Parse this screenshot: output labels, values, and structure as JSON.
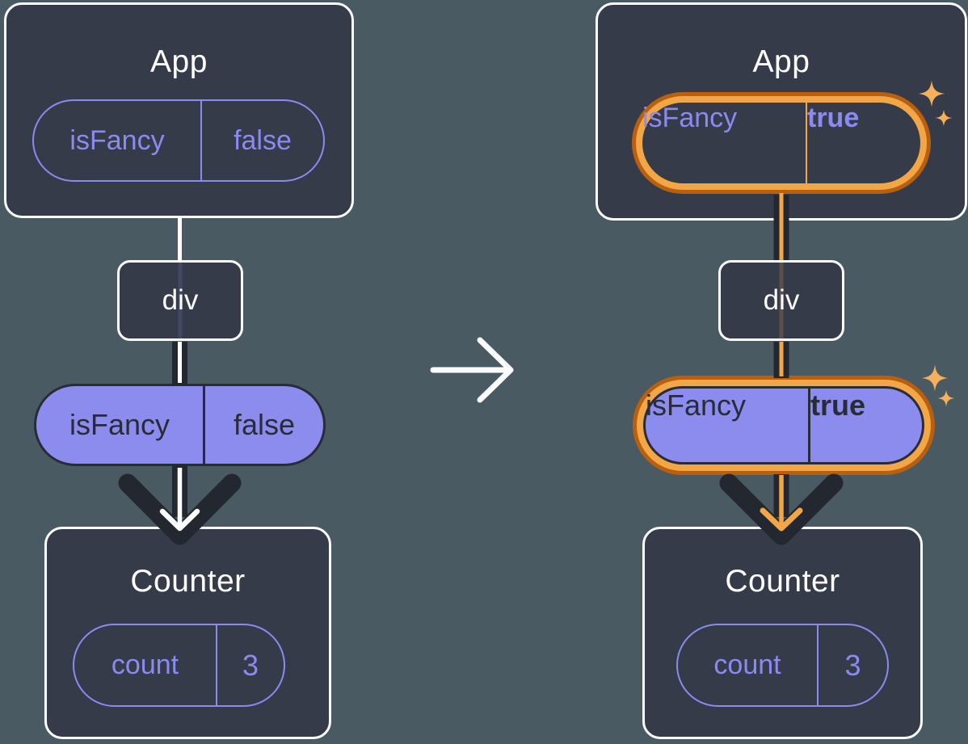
{
  "before": {
    "app": {
      "title": "App",
      "prop_name": "isFancy",
      "prop_value": "false"
    },
    "div_label": "div",
    "passed_prop": {
      "name": "isFancy",
      "value": "false"
    },
    "counter": {
      "title": "Counter",
      "state_name": "count",
      "state_value": "3"
    }
  },
  "after": {
    "app": {
      "title": "App",
      "prop_name": "isFancy",
      "prop_value": "true"
    },
    "div_label": "div",
    "passed_prop": {
      "name": "isFancy",
      "value": "true"
    },
    "counter": {
      "title": "Counter",
      "state_name": "count",
      "state_value": "3"
    }
  },
  "colors": {
    "background": "#4A5A62",
    "card_fill": "#353B48",
    "card_border": "#FBFCFD",
    "purple": "#8A8AF1",
    "purple_fill": "#8C8CEF",
    "ink_dark": "#23272F",
    "orange_dark": "#B96010",
    "orange_light": "#F3A646",
    "sparkle": "#F6B05C"
  }
}
